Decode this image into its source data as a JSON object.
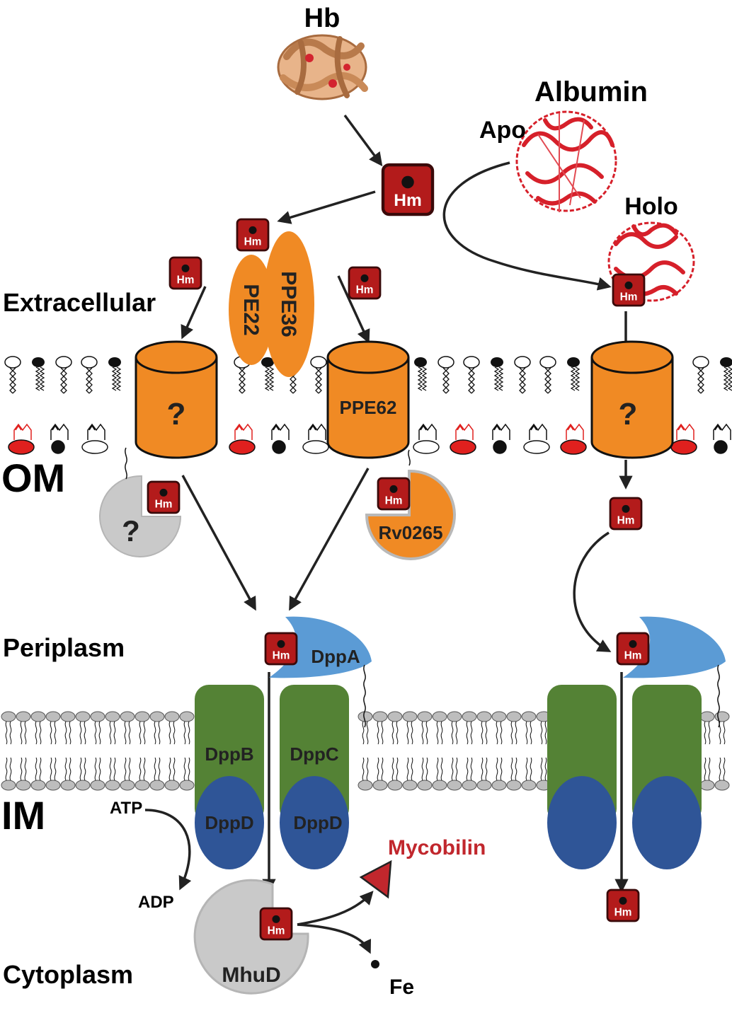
{
  "labels": {
    "hb": "Hb",
    "albumin": "Albumin",
    "apo": "Apo",
    "holo": "Holo",
    "extracellular": "Extracellular",
    "om": "OM",
    "periplasm": "Periplasm",
    "im": "IM",
    "cytoplasm": "Cytoplasm",
    "atp": "ATP",
    "adp": "ADP",
    "mycobilin": "Mycobilin",
    "fe": "Fe"
  },
  "heme_label": "Hm",
  "unknown_label": "?",
  "proteins": {
    "pe22": "PE22",
    "ppe36": "PPE36",
    "ppe62": "PPE62",
    "rv0265": "Rv0265",
    "dppa": "DppA",
    "dppb": "DppB",
    "dppc": "DppC",
    "dppd": "DppD",
    "mhud": "MhuD"
  },
  "colors": {
    "heme_box": "#b31b1b",
    "orange_protein": "#f08a24",
    "dppa_blue": "#5b9bd5",
    "dpp_green": "#548235",
    "dppd_blue": "#2f5597",
    "grey_protein": "#c9c9c9",
    "albumin_red": "#d6202a",
    "hb_tan": "#d49a6a",
    "mycobilin_red": "#c1272d",
    "lipid_red": "#e0201e"
  }
}
